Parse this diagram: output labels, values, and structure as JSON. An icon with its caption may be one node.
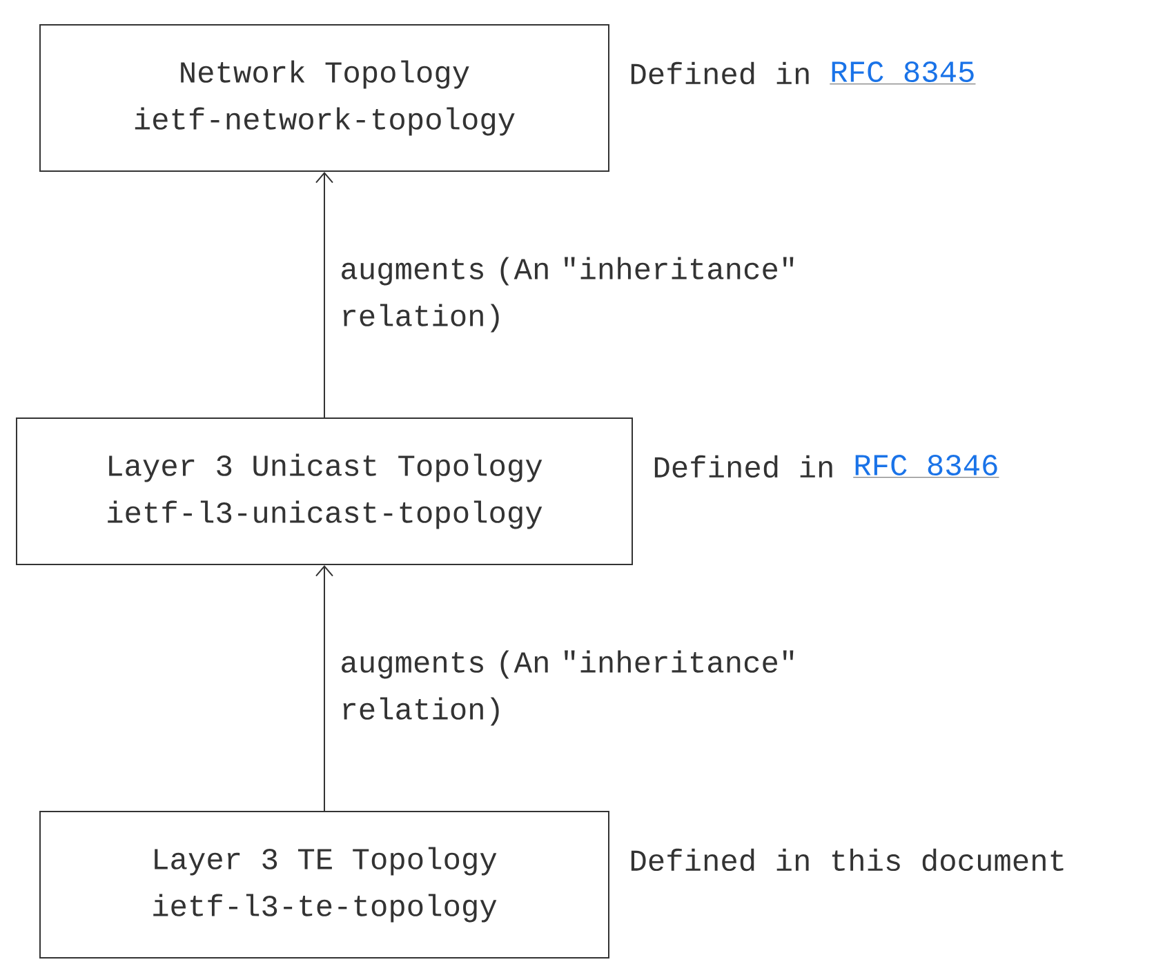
{
  "diagram": {
    "nodes": [
      {
        "text": [
          "Network Topology",
          "ietf-network-topology"
        ],
        "beside": [
          "Defined in",
          "RFC 8345"
        ]
      },
      {
        "text": [
          "Layer 3 Unicast Topology",
          "ietf-l3-unicast-topology"
        ],
        "beside": [
          "Defined in",
          "RFC 8346"
        ]
      },
      {
        "text": [
          "Layer 3 TE Topology",
          "ietf-l3-te-topology"
        ],
        "beside": [
          "Defined in this document"
        ]
      }
    ],
    "edges": [
      {
        "from": 1,
        "to": 0,
        "arrow": "to",
        "label": "augments (An \"inheritance\" relation)"
      },
      {
        "from": 2,
        "to": 1,
        "arrow": "to",
        "label": "augments (An \"inheritance\" relation)"
      }
    ]
  }
}
